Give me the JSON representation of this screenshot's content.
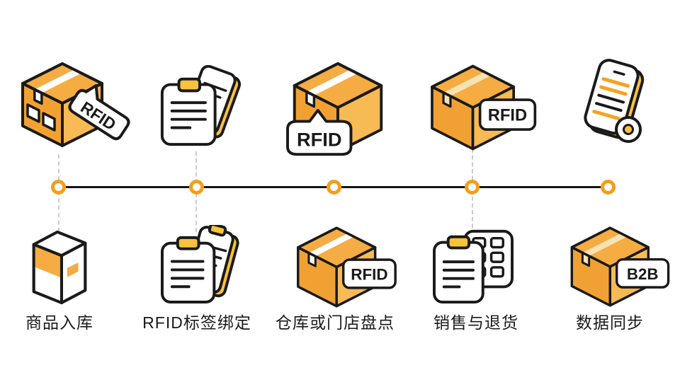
{
  "diagram": {
    "background": "#ffffff",
    "steps": [
      {
        "label": "商品入库",
        "top_icon": "box-with-rfid-tag",
        "bottom_icon": "product-carton"
      },
      {
        "label": "RFID标签绑定",
        "top_icon": "clipboard-with-document",
        "bottom_icon": "two-clipboards"
      },
      {
        "label": "仓库或门店盘点",
        "top_icon": "box-with-rfid-callout",
        "bottom_icon": "box-with-rfid-label"
      },
      {
        "label": "销售与退货",
        "top_icon": "box-with-rfid-label",
        "bottom_icon": "clipboard-with-keypad"
      },
      {
        "label": "数据同步",
        "top_icon": "striped-document-with-seal",
        "bottom_icon": "box-with-b2b-label"
      }
    ],
    "badges": {
      "rfid": "RFID",
      "b2b": "B2B"
    },
    "timeline": {
      "node_count": 5,
      "node_color": "#F59E1B",
      "line_color": "#161616",
      "connector_color": "#cbcbcb"
    },
    "colors": {
      "box_top": "#F5AC42",
      "box_left": "#F1A134",
      "box_right": "#F7BA55",
      "tape": "#F6E2B3",
      "accent_yellow": "#F9C23C",
      "outline": "#1a1a1a",
      "label_text": "#1a1a1a"
    }
  }
}
